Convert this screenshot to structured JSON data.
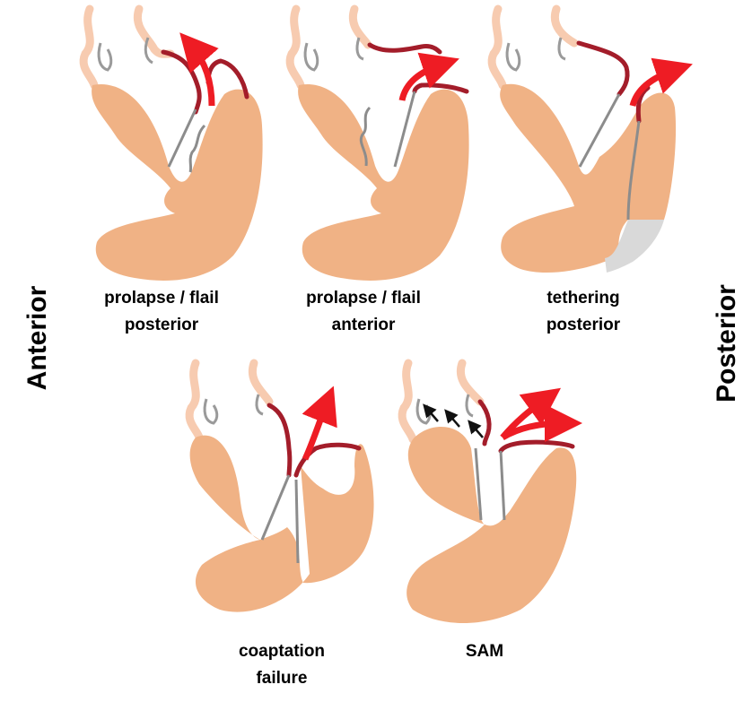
{
  "side_labels": {
    "left": "Anterior",
    "right": "Posterior"
  },
  "panels": [
    {
      "line1": "prolapse / flail",
      "line2": "posterior"
    },
    {
      "line1": "prolapse / flail",
      "line2": "anterior"
    },
    {
      "line1": "tethering",
      "line2": "posterior"
    },
    {
      "line1": "coaptation",
      "line2": "failure"
    },
    {
      "line1": "SAM",
      "line2": ""
    }
  ],
  "colors": {
    "myocardium": "#f0b285",
    "valve_root": "#f7cbb0",
    "leaflet": "#a31d2a",
    "jet": "#ee1c24",
    "chordae": "#8c8c8c",
    "tether_zone": "#d9d9d9",
    "arrow_small": "#111111"
  }
}
